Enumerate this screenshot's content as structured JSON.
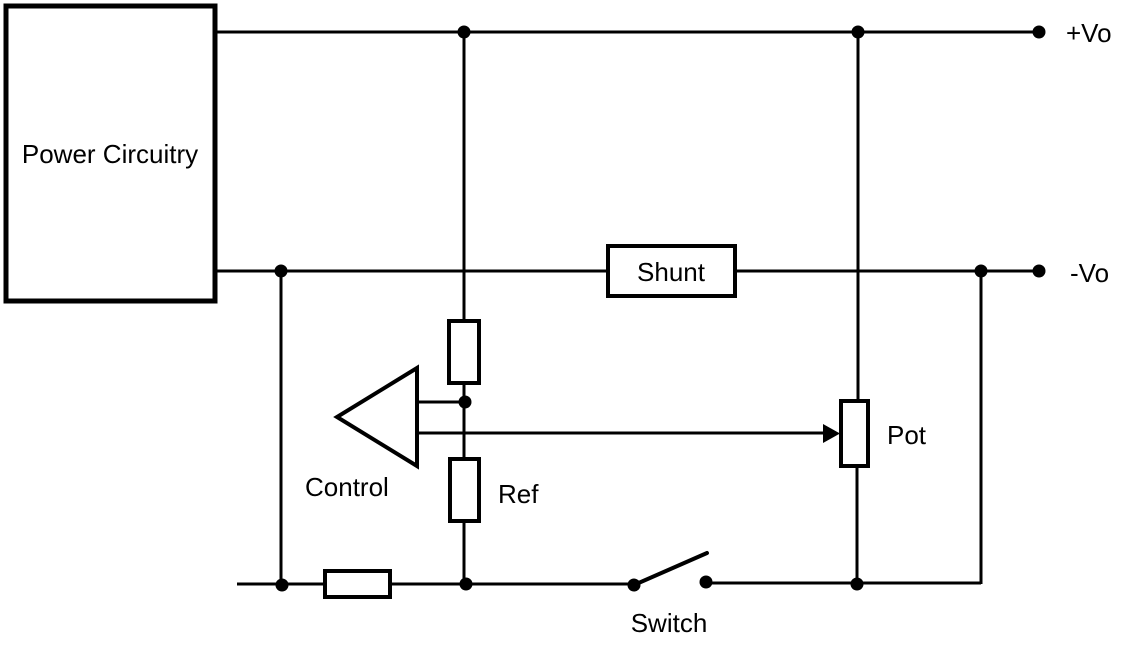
{
  "diagram": {
    "type": "circuit-schematic",
    "background_color": "#ffffff",
    "line_color": "#000000",
    "labels": {
      "power_box": "Power Circuitry",
      "shunt": "Shunt",
      "control": "Control",
      "ref": "Ref",
      "pot": "Pot",
      "switch": "Switch",
      "positive_output": "+Vo",
      "negative_output": "-Vo"
    },
    "components": [
      {
        "name": "power-circuitry-box",
        "kind": "block",
        "label": "Power Circuitry"
      },
      {
        "name": "shunt-resistor",
        "kind": "labeled-box-resistor",
        "label": "Shunt",
        "location": "negative-output-rail"
      },
      {
        "name": "series-resistor",
        "kind": "box-resistor",
        "label": "",
        "location": "middle-vertical-branch-upper"
      },
      {
        "name": "ref-resistor",
        "kind": "box-resistor",
        "label": "Ref",
        "location": "middle-vertical-branch-lower"
      },
      {
        "name": "control-amplifier",
        "kind": "triangle-amplifier",
        "label": "Control",
        "orientation": "pointing-left"
      },
      {
        "name": "potentiometer",
        "kind": "box-resistor-with-wiper-arrow",
        "label": "Pot"
      },
      {
        "name": "switch",
        "kind": "spst-switch-open",
        "label": "Switch",
        "location": "bottom-rail"
      },
      {
        "name": "bottom-resistor",
        "kind": "box-resistor",
        "label": "",
        "location": "bottom-rail-left"
      }
    ],
    "terminals": [
      {
        "name": "positive-output-terminal",
        "label": "+Vo"
      },
      {
        "name": "negative-output-terminal",
        "label": "-Vo"
      }
    ]
  }
}
